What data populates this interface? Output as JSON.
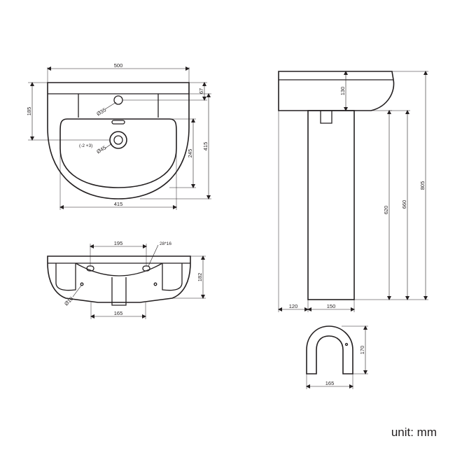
{
  "basin_top": {
    "width": "500",
    "bowl_width": "415",
    "depth": "415",
    "tap_offset": "67",
    "bowl_depth": "245",
    "side_offset": "185",
    "tap_hole": "Ø35",
    "waste_hole": "Ø45",
    "overflow": "(-2 +3)"
  },
  "basin_front": {
    "fixing_spacing": "195",
    "fixing_slot": "28*16",
    "height": "182",
    "base_width": "165",
    "fixing_hole": "Ø10"
  },
  "side_view": {
    "basin_height": "130",
    "pedestal_height": "620",
    "rim_height_a": "660",
    "total_height": "805",
    "setback": "120",
    "pedestal_depth": "150"
  },
  "pedestal_plan": {
    "width": "165",
    "depth": "170"
  },
  "unit_label": "unit: mm"
}
